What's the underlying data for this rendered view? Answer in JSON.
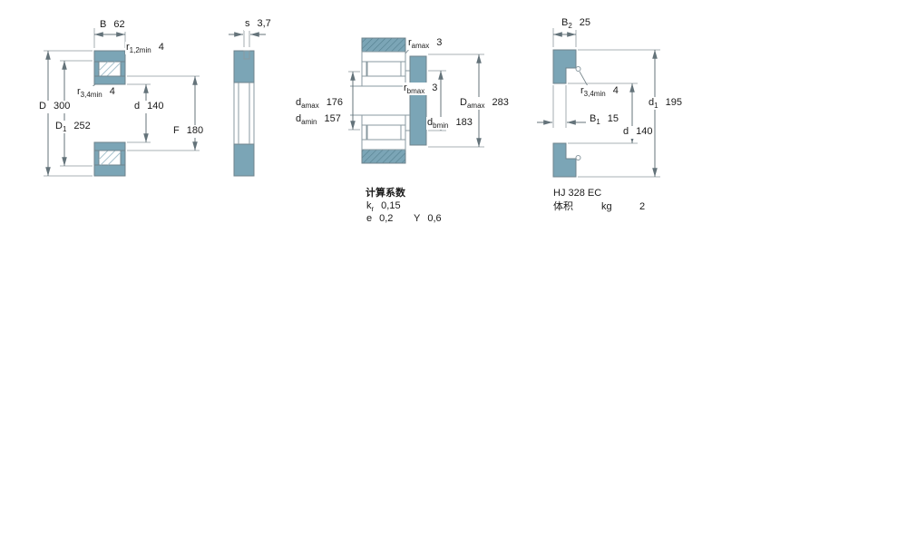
{
  "colors": {
    "steel_fill": "#7ba5b6",
    "outline_gray": "#6f838c",
    "dimension_gray": "#64737a",
    "text": "#1a1a1a"
  },
  "bearing_section": {
    "B": {
      "sym": "B",
      "sub": "",
      "val": "62"
    },
    "r12": {
      "sym": "r",
      "sub": "1,2min",
      "val": "4"
    },
    "r34": {
      "sym": "r",
      "sub": "3,4min",
      "val": "4"
    },
    "D": {
      "sym": "D",
      "sub": "",
      "val": "300"
    },
    "D1": {
      "sym": "D",
      "sub": "1",
      "val": "252"
    },
    "d": {
      "sym": "d",
      "sub": "",
      "val": "140"
    },
    "F": {
      "sym": "F",
      "sub": "",
      "val": "180"
    }
  },
  "side_view": {
    "s": {
      "sym": "s",
      "sub": "",
      "val": "3,7"
    }
  },
  "abutment": {
    "ra": {
      "sym": "r",
      "sub": "amax",
      "val": "3"
    },
    "rb": {
      "sym": "r",
      "sub": "bmax",
      "val": "3"
    },
    "damax": {
      "sym": "d",
      "sub": "amax",
      "val": "176"
    },
    "damin": {
      "sym": "d",
      "sub": "amin",
      "val": "157"
    },
    "dbmin": {
      "sym": "d",
      "sub": "bmin",
      "val": "183"
    },
    "Damax": {
      "sym": "D",
      "sub": "amax",
      "val": "283"
    }
  },
  "hj_ring": {
    "B2": {
      "sym": "B",
      "sub": "2",
      "val": "25"
    },
    "r34": {
      "sym": "r",
      "sub": "3,4min",
      "val": "4"
    },
    "d1": {
      "sym": "d",
      "sub": "1",
      "val": "195"
    },
    "B1": {
      "sym": "B",
      "sub": "1",
      "val": "15"
    },
    "d": {
      "sym": "d",
      "sub": "",
      "val": "140"
    }
  },
  "calc_factors": {
    "title": "计算系数",
    "kr": {
      "sym": "k",
      "sub": "r",
      "val": "0,15"
    },
    "e": {
      "sym": "e",
      "sub": "",
      "val": "0,2"
    },
    "Y": {
      "sym": "Y",
      "sub": "",
      "val": "0,6"
    }
  },
  "hj_info": {
    "designation": "HJ 328 EC",
    "mass_label": "体积",
    "mass_unit": "kg",
    "mass_value": "2"
  }
}
